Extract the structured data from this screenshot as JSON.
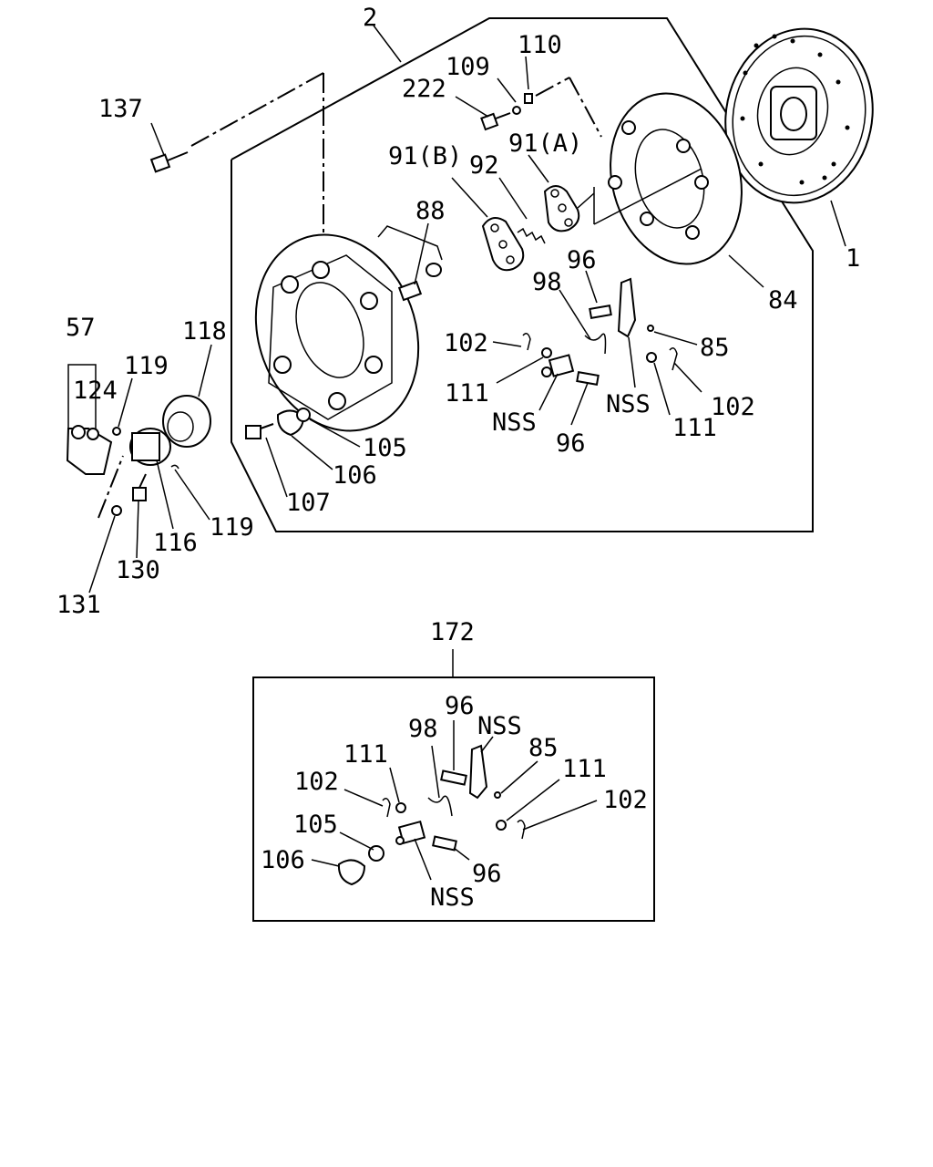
{
  "diagram": {
    "labels": [
      {
        "id": "l2",
        "text": "2"
      },
      {
        "id": "l110",
        "text": "110"
      },
      {
        "id": "l109",
        "text": "109"
      },
      {
        "id": "l222",
        "text": "222"
      },
      {
        "id": "l137",
        "text": "137"
      },
      {
        "id": "l91b",
        "text": "91(B)"
      },
      {
        "id": "l92",
        "text": "92"
      },
      {
        "id": "l91a",
        "text": "91(A)"
      },
      {
        "id": "l88",
        "text": "88"
      },
      {
        "id": "l1",
        "text": "1"
      },
      {
        "id": "l84",
        "text": "84"
      },
      {
        "id": "l96a",
        "text": "96"
      },
      {
        "id": "l98a",
        "text": "98"
      },
      {
        "id": "l85a",
        "text": "85"
      },
      {
        "id": "l102a",
        "text": "102"
      },
      {
        "id": "l111a",
        "text": "111"
      },
      {
        "id": "lnssa",
        "text": "NSS"
      },
      {
        "id": "lnssb",
        "text": "NSS"
      },
      {
        "id": "l102b",
        "text": "102"
      },
      {
        "id": "l111b",
        "text": "111"
      },
      {
        "id": "l96b",
        "text": "96"
      },
      {
        "id": "l57",
        "text": "57"
      },
      {
        "id": "l118",
        "text": "118"
      },
      {
        "id": "l119a",
        "text": "119"
      },
      {
        "id": "l124",
        "text": "124"
      },
      {
        "id": "l105a",
        "text": "105"
      },
      {
        "id": "l106a",
        "text": "106"
      },
      {
        "id": "l107",
        "text": "107"
      },
      {
        "id": "l119b",
        "text": "119"
      },
      {
        "id": "l116",
        "text": "116"
      },
      {
        "id": "l130",
        "text": "130"
      },
      {
        "id": "l131",
        "text": "131"
      },
      {
        "id": "l172",
        "text": "172"
      },
      {
        "id": "l96c",
        "text": "96"
      },
      {
        "id": "lnssc",
        "text": "NSS"
      },
      {
        "id": "l98b",
        "text": "98"
      },
      {
        "id": "l111c",
        "text": "111"
      },
      {
        "id": "l85b",
        "text": "85"
      },
      {
        "id": "l111d",
        "text": "111"
      },
      {
        "id": "l102c",
        "text": "102"
      },
      {
        "id": "l102d",
        "text": "102"
      },
      {
        "id": "l105b",
        "text": "105"
      },
      {
        "id": "l106b",
        "text": "106"
      },
      {
        "id": "l96d",
        "text": "96"
      },
      {
        "id": "lnssd",
        "text": "NSS"
      }
    ]
  }
}
